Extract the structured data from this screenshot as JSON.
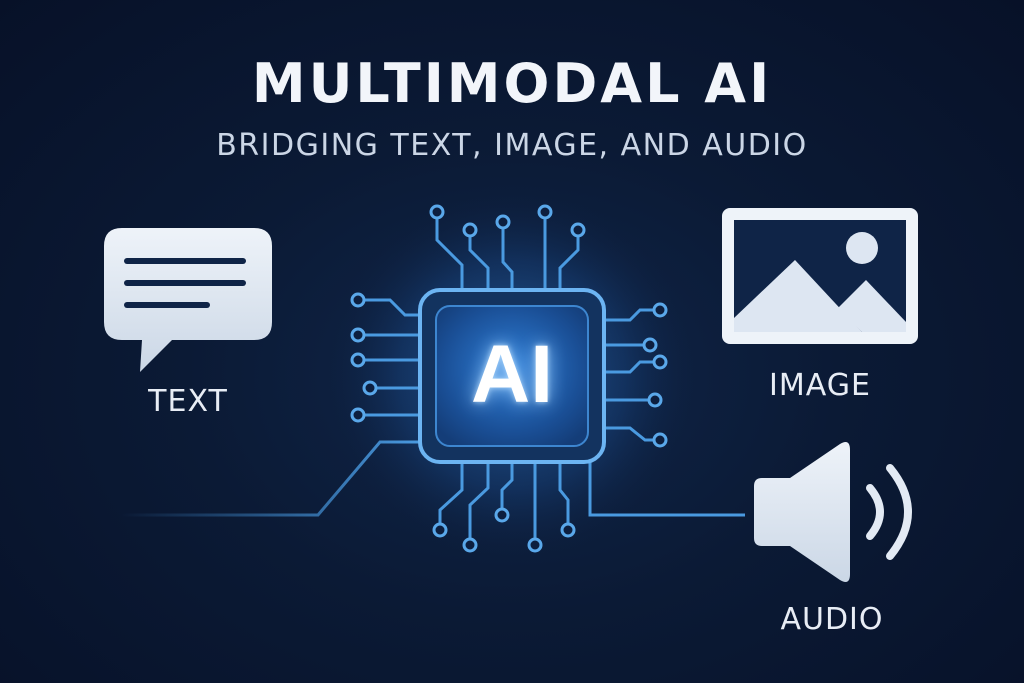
{
  "header": {
    "title": "MULTIMODAL AI",
    "subtitle": "BRIDGING TEXT, IMAGE, AND AUDIO"
  },
  "chip": {
    "label": "AI",
    "icon": "ai-chip-icon"
  },
  "modalities": {
    "text": {
      "label": "TEXT",
      "icon": "speech-bubble-icon"
    },
    "image": {
      "label": "IMAGE",
      "icon": "picture-frame-icon"
    },
    "audio": {
      "label": "AUDIO",
      "icon": "speaker-icon"
    }
  },
  "colors": {
    "background": "#0b1a35",
    "accent": "#3f8fd6",
    "icon_fill": "#dde6f2",
    "text": "#f2f5fa"
  }
}
